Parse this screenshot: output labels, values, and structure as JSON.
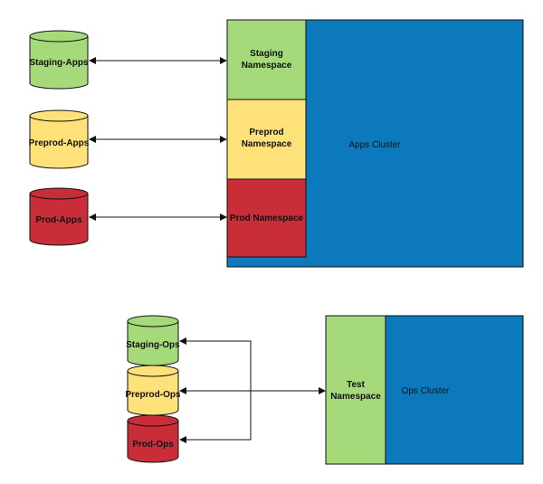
{
  "colors": {
    "green": "#a5d97a",
    "yellow": "#ffe17a",
    "red": "#c92d38",
    "blue": "#0c79bd",
    "outline": "#111111"
  },
  "apps": {
    "databases": {
      "staging": "Staging-Apps",
      "preprod": "Preprod-Apps",
      "prod": "Prod-Apps"
    },
    "namespaces": {
      "staging": "Staging Namespace",
      "preprod": "Preprod Namespace",
      "prod": "Prod Namespace"
    },
    "cluster": "Apps Cluster"
  },
  "ops": {
    "databases": {
      "staging": "Staging-Ops",
      "preprod": "Preprod-Ops",
      "prod": "Prod-Ops"
    },
    "namespace": "Test Namespace",
    "cluster": "Ops Cluster"
  }
}
